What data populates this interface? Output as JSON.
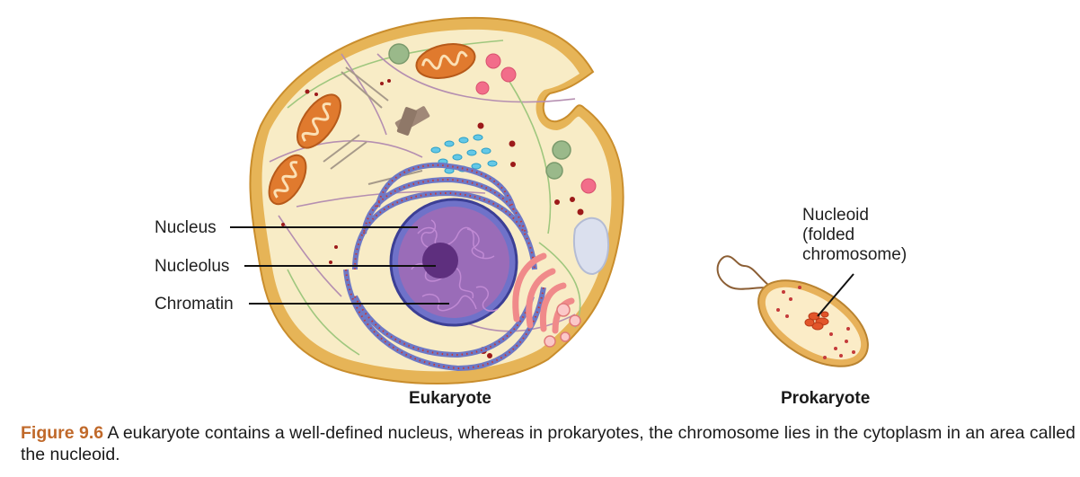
{
  "labels": {
    "nucleus": "Nucleus",
    "nucleolus": "Nucleolus",
    "chromatin": "Chromatin",
    "nucleoid": [
      "Nucleoid",
      "(folded",
      "chromosome)"
    ]
  },
  "cells": {
    "eukaryote": "Eukaryote",
    "prokaryote": "Prokaryote"
  },
  "caption": {
    "figure_number": "Figure 9.6",
    "text": " A eukaryote contains a well-defined nucleus, whereas in prokaryotes, the chromosome lies in the cytoplasm in an area called the nucleoid."
  }
}
